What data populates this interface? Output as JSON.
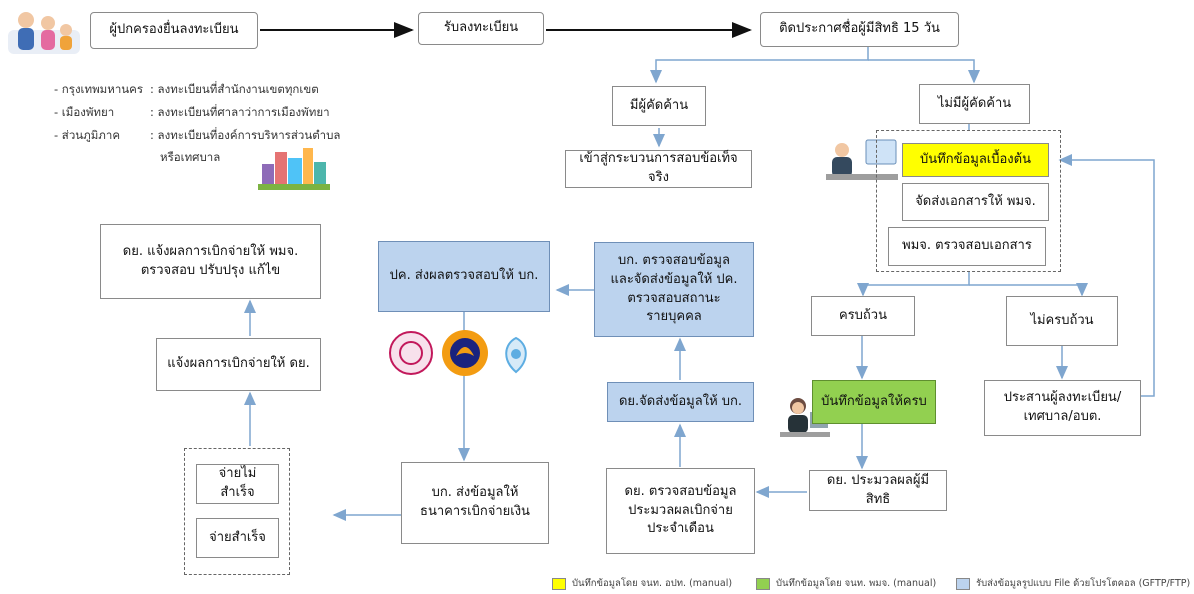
{
  "nodes": {
    "parent_register": "ผู้ปกครองยื่นลงทะเบียน",
    "accept_register": "รับลงทะเบียน",
    "announce": "ติดประกาศชื่อผู้มีสิทธิ 15 วัน",
    "has_objection": "มีผู้คัดค้าน",
    "no_objection": "ไม่มีผู้คัดค้าน",
    "fact_finding": "เข้าสู่กระบวนการสอบข้อเท็จจริง",
    "record_initial": "บันทึกข้อมูลเบื้องต้น",
    "send_docs": "จัดส่งเอกสารให้  พมจ.",
    "check_docs": "พมจ. ตรวจสอบเอกสาร",
    "complete": "ครบถ้วน",
    "incomplete": "ไม่ครบถ้วน",
    "record_complete": "บันทึกข้อมูลให้ครบ",
    "coordinate": "ประสานผู้ลงทะเบียน/\nเทศบาล/อบต.",
    "process_eligible": "ดย. ประมวลผลผู้มีสิทธิ",
    "monthly_check": "ดย. ตรวจสอบข้อมูล\nประมวลผลเบิกจ่าย\nประจำเดือน",
    "send_to_comptroller": "ดย.จัดส่งข้อมูลให้  บก.",
    "comptroller_check": "บก. ตรวจสอบข้อมูล\nและจัดส่งข้อมูลให้  ปค.\nตรวจสอบสถานะ\nรายบุคคล",
    "pk_send_result": "ปค.  ส่งผลตรวจสอบให้  บก.",
    "bank_send": "บก. ส่งข้อมูลให้\nธนาคารเบิกจ่ายเงิน",
    "pay_fail": "จ่ายไม่สำเร็จ",
    "pay_success": "จ่ายสำเร็จ",
    "notify_dy": "แจ้งผลการเบิกจ่ายให้  ดย.",
    "notify_pmj": "ดย. แจ้งผลการเบิกจ่ายให้  พมจ.\nตรวจสอบ  ปรับปรุง แก้ไข"
  },
  "locations": [
    {
      "area": "- กรุงเทพมหานคร",
      "place": ": ลงทะเบียนที่สำนักงานเขตทุกเขต"
    },
    {
      "area": "- เมืองพัทยา",
      "place": ": ลงทะเบียนที่ศาลาว่าการเมืองพัทยา"
    },
    {
      "area": "- ส่วนภูมิภาค",
      "place": ": ลงทะเบียนที่องค์การบริหารส่วนตำบล"
    },
    {
      "area": "",
      "place": "หรือเทศบาล"
    }
  ],
  "legend": [
    {
      "color": "#ffff00",
      "text": "บันทึกข้อมูลโดย จนท. อปท. (manual)"
    },
    {
      "color": "#92d050",
      "text": "บันทึกข้อมูลโดย จนท. พมจ. (manual)"
    },
    {
      "color": "#bcd3ee",
      "text": "รับส่งข้อมูลรูปแบบ File ด้วยโปรโตคอล (GFTP/FTP)"
    }
  ],
  "colors": {
    "arrow_black": "#111111",
    "arrow_blue": "#7fa6cf",
    "highlight_yellow": "#ffff00",
    "highlight_green": "#92d050",
    "highlight_blue": "#bcd3ee"
  }
}
